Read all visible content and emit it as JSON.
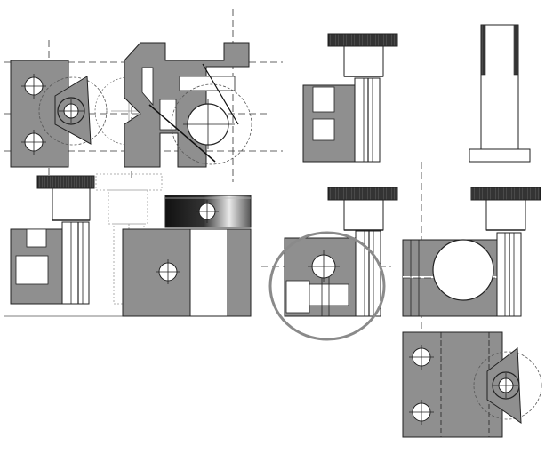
{
  "colors": {
    "part_fill": "#8f8f8f",
    "slot_fill": "#ffffff",
    "outline": "#222222",
    "centerline": "#333333",
    "hidden_line": "#555555",
    "knob_dark": "#3a3a3a",
    "knob_light": "#cfcfcf",
    "callout_circle": "#8a8a8a",
    "background": "#ffffff"
  },
  "views": [
    "assembly-front-view",
    "assembly-top-view",
    "knob-screw-side-view",
    "sleeve-section-view",
    "clamp-block-side-view-detail",
    "clamp-block-front-view",
    "clamp-block-top-view",
    "detail-callout-circle"
  ],
  "icons": [
    "hole-marker-icon"
  ]
}
